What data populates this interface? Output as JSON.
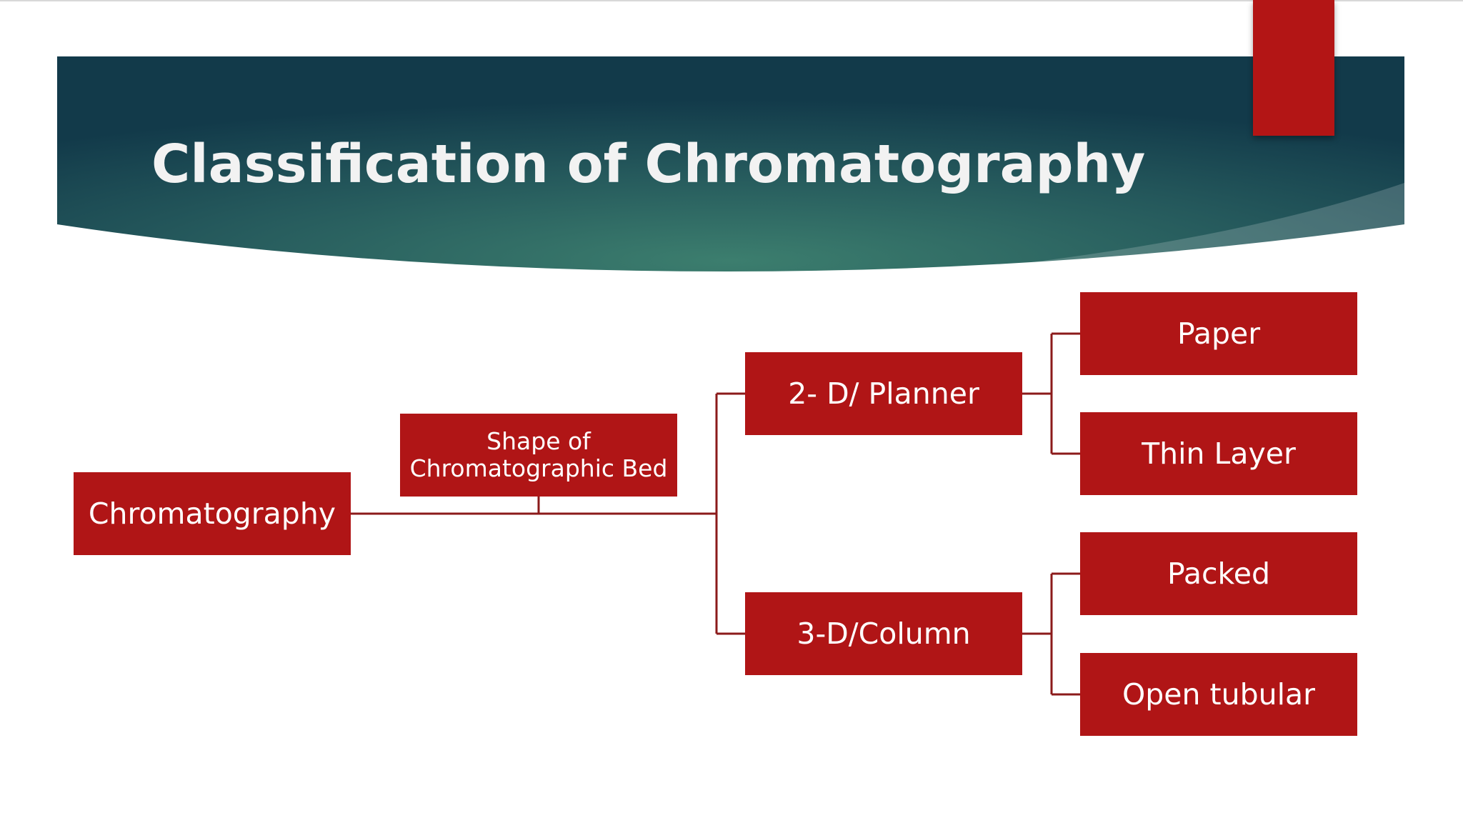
{
  "slide": {
    "title": "Classification of Chromatography",
    "colors": {
      "banner_dark": "#123a4a",
      "banner_light": "#3c7e6e",
      "node_red": "#b01516",
      "tab_red": "#b31515",
      "connector": "#8b1a1a",
      "title_text": "#f2f2f2"
    }
  },
  "diagram": {
    "root": "Chromatography",
    "criterion": {
      "line1": "Shape of",
      "line2": "Chromatographic Bed"
    },
    "branches": [
      {
        "label": "2- D/ Planner",
        "children": [
          "Paper",
          "Thin Layer"
        ]
      },
      {
        "label": "3-D/Column",
        "children": [
          "Packed",
          "Open tubular"
        ]
      }
    ]
  }
}
